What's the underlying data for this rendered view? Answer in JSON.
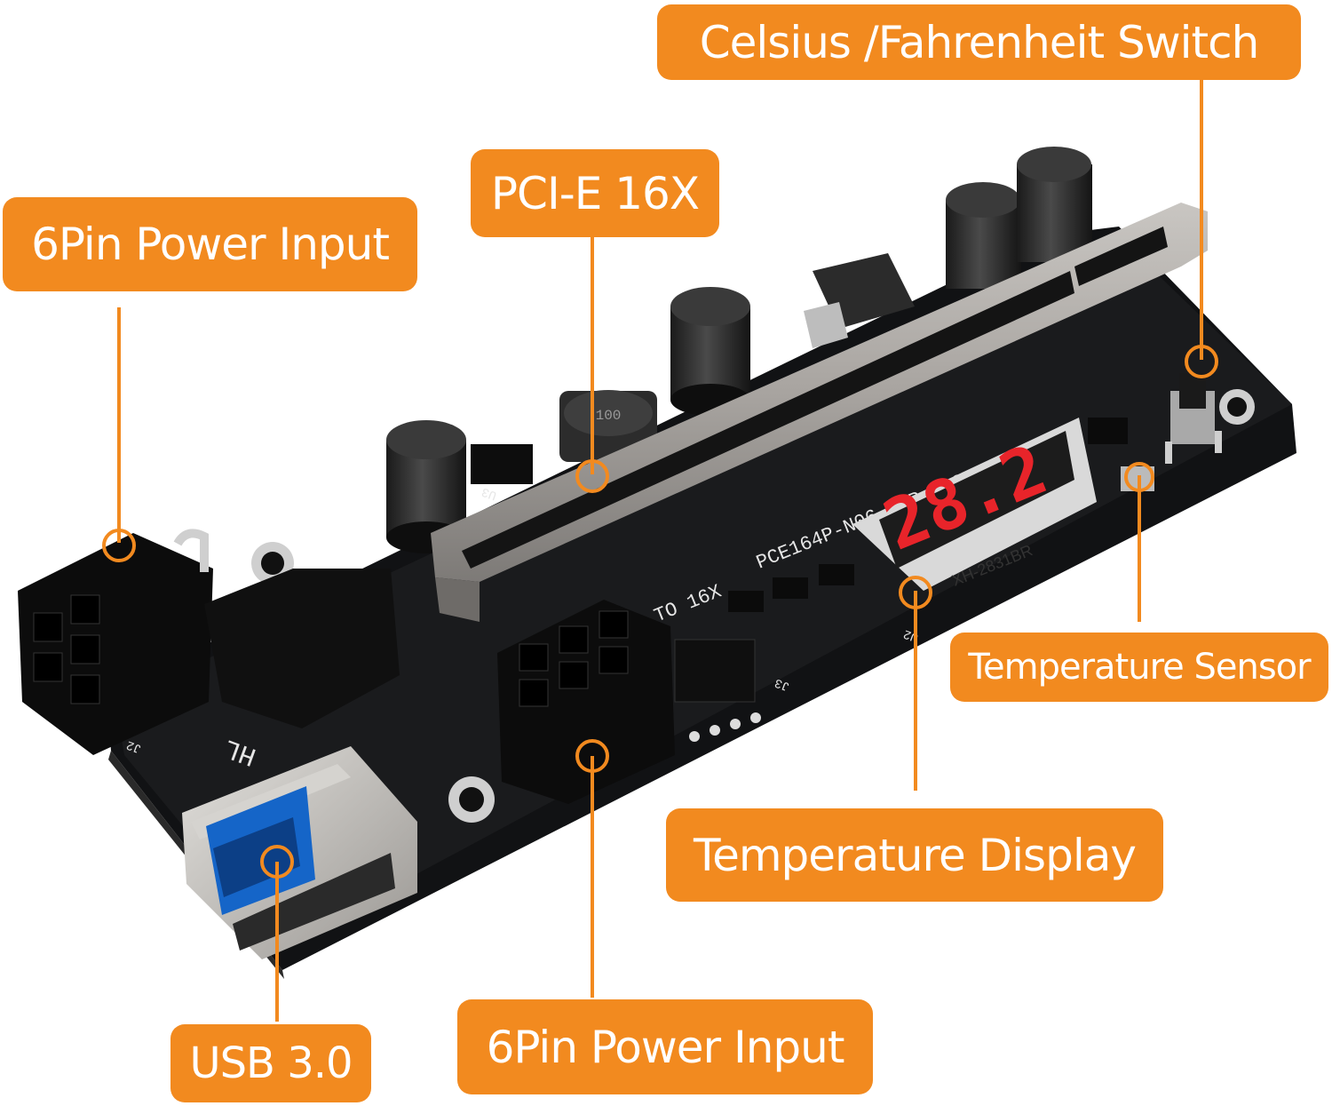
{
  "callouts": {
    "celsius_switch": "Celsius /Fahrenheit Switch",
    "pcie_16x": "PCI-E 16X",
    "power_input_top": "6Pin Power Input",
    "temperature_sensor": "Temperature Sensor",
    "temperature_display": "Temperature Display",
    "usb": "USB 3.0",
    "power_input_bottom": "6Pin Power Input"
  },
  "board": {
    "display_reading": "28.2",
    "display_model": "XH-2831BR",
    "board_model": "PCE164P-N06 VER 010X",
    "slot_label": "TO 16X",
    "silk_hl": "HL",
    "silk_j2": "J2",
    "silk_j3": "J3",
    "silk_u3": "U3",
    "silk_u2": "U2",
    "silk_inductor": "100"
  },
  "colors": {
    "accent": "#f28a1f",
    "pcb": "#17181a",
    "led_red": "#e8242a"
  }
}
